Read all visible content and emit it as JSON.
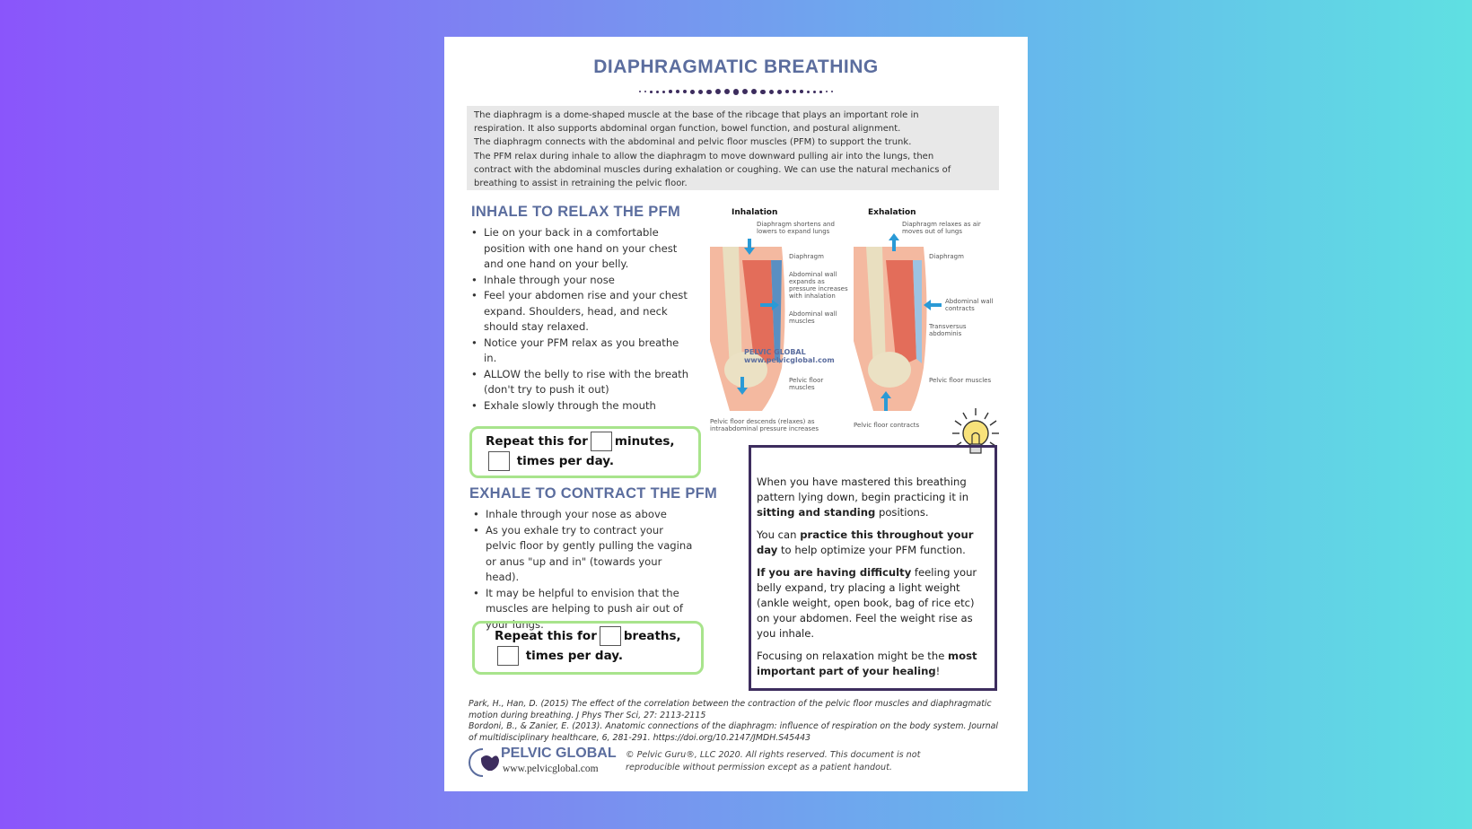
{
  "title": "DIAPHRAGMATIC BREATHING",
  "intro": [
    "The diaphragm is a dome-shaped muscle at the base of the ribcage that plays an important role in",
    "respiration. It also supports abdominal organ function, bowel function, and postural alignment.",
    "The diaphragm connects with the abdominal and pelvic floor muscles (PFM) to support the trunk.",
    "The PFM relax during inhale to allow the diaphragm to move downward pulling air into the lungs, then",
    "contract with the abdominal muscles during exhalation or coughing. We can use the natural mechanics of",
    "breathing to assist in retraining the pelvic floor."
  ],
  "inhale": {
    "heading": "INHALE TO RELAX THE PFM",
    "bullets": [
      "Lie on your back in a comfortable position with one hand on your chest and one hand on your belly.",
      "Inhale through your nose",
      "Feel your abdomen rise and your chest expand. Shoulders, head, and neck should stay relaxed.",
      "Notice your PFM relax as you breathe in.",
      "ALLOW the belly to rise with the breath (don't try to push it out)",
      "Exhale slowly through the mouth"
    ],
    "repeat_a": "Repeat this for",
    "repeat_b": "minutes,",
    "repeat_c": "times per day."
  },
  "exhale": {
    "heading": "EXHALE TO CONTRACT THE PFM",
    "bullets": [
      "Inhale through your nose as above",
      "As you exhale try to contract your pelvic floor by gently pulling the vagina or anus \"up and in\" (towards your head).",
      "It may be helpful to envision that the muscles are helping to push air out of your lungs."
    ],
    "repeat_a": "Repeat this for",
    "repeat_b": "breaths,",
    "repeat_c": "times per day."
  },
  "figure": {
    "inhalation": "Inhalation",
    "exhalation": "Exhalation",
    "labels_in": [
      "Diaphragm shortens and lowers to expand lungs",
      "Diaphragm",
      "Abdominal wall expands as pressure increases with inhalation",
      "Abdominal wall muscles",
      "Pelvic floor muscles",
      "Pelvic floor descends (relaxes) as intraabdominal pressure increases"
    ],
    "labels_ex": [
      "Diaphragm relaxes as air moves out of lungs",
      "Diaphragm",
      "Abdominal wall contracts",
      "Transversus abdominis",
      "Pelvic floor muscles",
      "Pelvic floor contracts"
    ],
    "watermark": "PELVIC GLOBAL www.pelvicglobal.com"
  },
  "tip": {
    "p1a": "When you have mastered this breathing pattern lying down, begin practicing it in ",
    "p1b": "sitting and standing",
    "p1c": " positions.",
    "p2a": "You can ",
    "p2b": "practice this throughout your day",
    "p2c": " to help optimize your PFM function.",
    "p3a": "If you are having difficulty",
    "p3b": " feeling your belly expand, try placing a light weight (ankle weight, open book, bag of rice etc) on your abdomen. Feel the weight rise as you inhale.",
    "p4a": "Focusing on relaxation might be the ",
    "p4b": "most important part of your healing",
    "p4c": "!"
  },
  "refs": [
    "Park, H., Han, D. (2015) The effect of the correlation between the contraction of the pelvic floor muscles and diaphragmatic motion during breathing. J Phys Ther Sci, 27: 2113-2115",
    "Bordoni, B., & Zanier, E. (2013). Anatomic connections of the diaphragm: influence of respiration on the body system. Journal of multidisciplinary healthcare, 6, 281-291. https://doi.org/10.2147/JMDH.S45443"
  ],
  "footer": {
    "logo": "PELVIC GLOBAL",
    "url": "www.pelvicglobal.com",
    "copy1": "© Pelvic Guru®, LLC 2020. All rights reserved. This document is not",
    "copy2": "reproducible without permission except as a patient handout."
  },
  "colors": {
    "heading": "#5b6d9e",
    "box_border": "#a8e48c",
    "tip_border": "#3d2d5e"
  }
}
